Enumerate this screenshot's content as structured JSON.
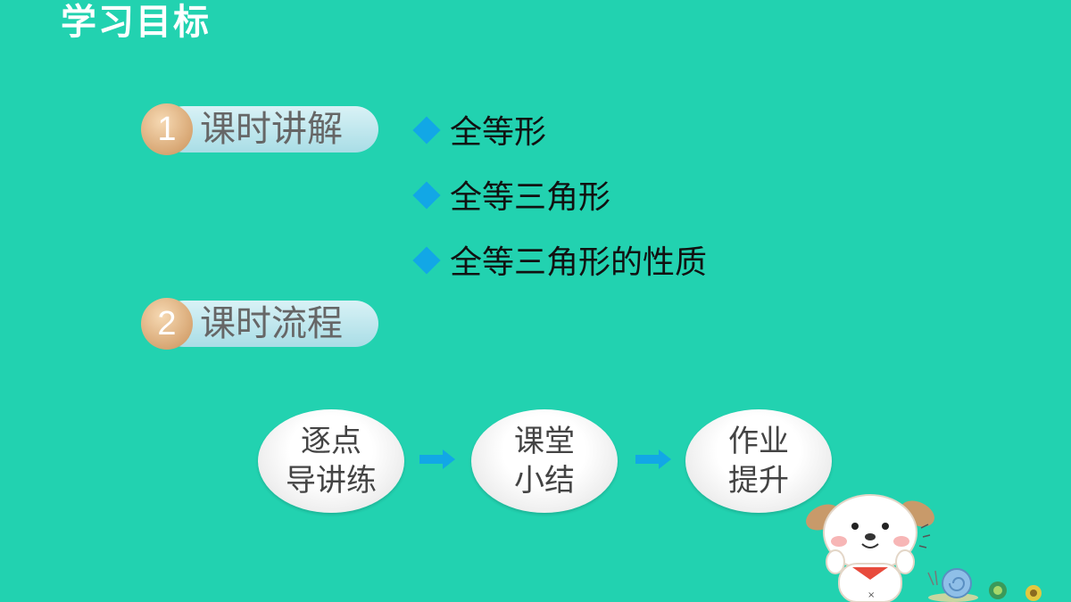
{
  "title": "学习目标",
  "sections": [
    {
      "number": "1",
      "label": "课时讲解"
    },
    {
      "number": "2",
      "label": "课时流程"
    }
  ],
  "bullets": [
    "全等形",
    "全等三角形",
    "全等三角形的性质"
  ],
  "flow": [
    {
      "line1": "逐点",
      "line2": "导讲练"
    },
    {
      "line1": "课堂",
      "line2": "小结"
    },
    {
      "line1": "作业",
      "line2": "提升"
    }
  ],
  "colors": {
    "background": "#22d2b0",
    "accent_diamond": "#12a7e6",
    "arrow": "#12a7e6",
    "number_badge": "#d8a774"
  },
  "icons": [
    "diamond-bullet-icon",
    "right-arrow-icon",
    "puppy-mascot-icon",
    "snail-icon"
  ]
}
